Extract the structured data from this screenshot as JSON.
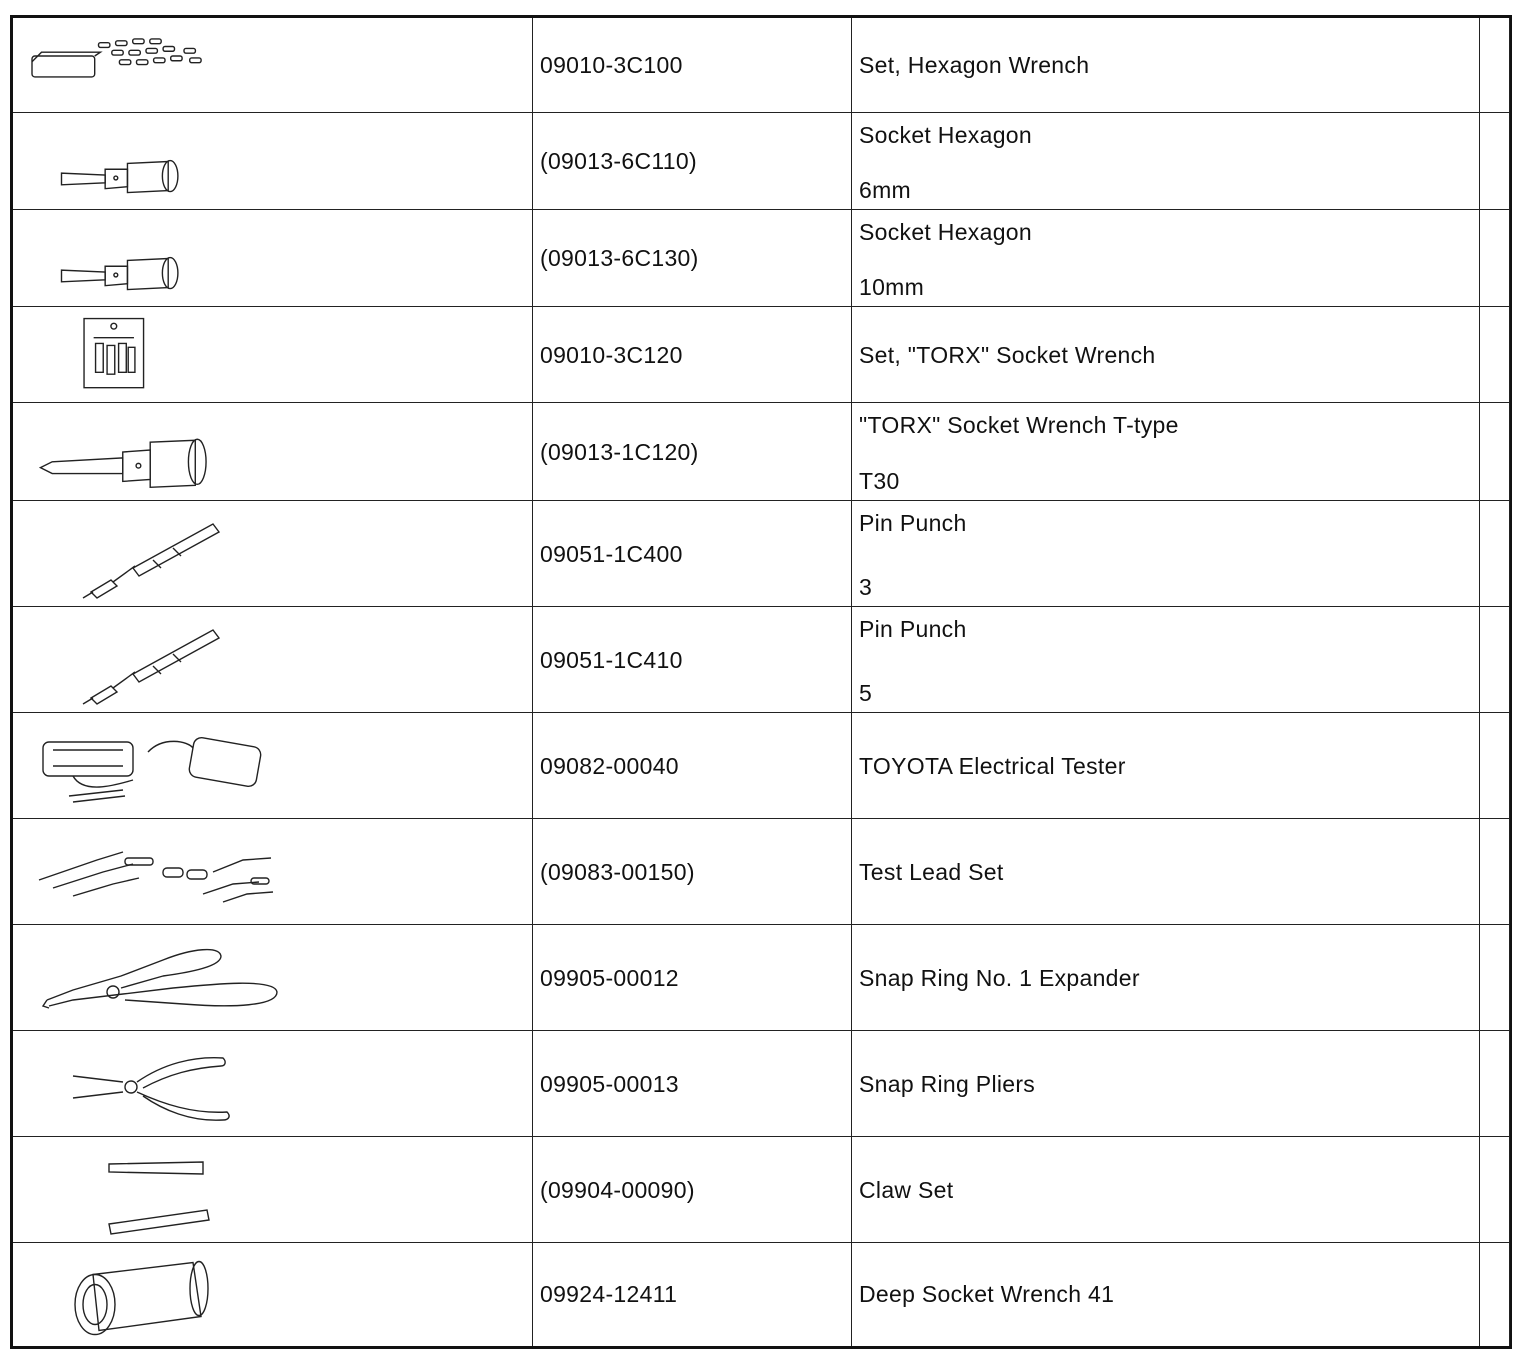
{
  "table": {
    "rows": [
      {
        "image_icon": "hexagon-wrench-set-icon",
        "part_number": "09010-3C100",
        "name": "Set, Hexagon Wrench",
        "detail": ""
      },
      {
        "image_icon": "socket-hexagon-icon",
        "part_number": "(09013-6C110)",
        "name": "Socket Hexagon",
        "detail": "6mm"
      },
      {
        "image_icon": "socket-hexagon-icon",
        "part_number": "(09013-6C130)",
        "name": "Socket Hexagon",
        "detail": "10mm"
      },
      {
        "image_icon": "torx-socket-set-icon",
        "part_number": "09010-3C120",
        "name": "Set, \"TORX\" Socket Wrench",
        "detail": ""
      },
      {
        "image_icon": "torx-socket-icon",
        "part_number": "(09013-1C120)",
        "name": "\"TORX\" Socket Wrench T-type",
        "detail": "T30"
      },
      {
        "image_icon": "pin-punch-icon",
        "part_number": "09051-1C400",
        "name": "Pin Punch",
        "detail": "3"
      },
      {
        "image_icon": "pin-punch-icon",
        "part_number": "09051-1C410",
        "name": "Pin Punch",
        "detail": "5"
      },
      {
        "image_icon": "electrical-tester-icon",
        "part_number": "09082-00040",
        "name": "TOYOTA Electrical Tester",
        "detail": ""
      },
      {
        "image_icon": "test-lead-set-icon",
        "part_number": "(09083-00150)",
        "name": "Test Lead Set",
        "detail": ""
      },
      {
        "image_icon": "snap-ring-expander-icon",
        "part_number": "09905-00012",
        "name": "Snap Ring No. 1 Expander",
        "detail": ""
      },
      {
        "image_icon": "snap-ring-pliers-icon",
        "part_number": "09905-00013",
        "name": "Snap Ring Pliers",
        "detail": ""
      },
      {
        "image_icon": "claw-set-icon",
        "part_number": "(09904-00090)",
        "name": "Claw Set",
        "detail": ""
      },
      {
        "image_icon": "deep-socket-wrench-icon",
        "part_number": "09924-12411",
        "name": "Deep Socket Wrench 41",
        "detail": ""
      }
    ]
  }
}
